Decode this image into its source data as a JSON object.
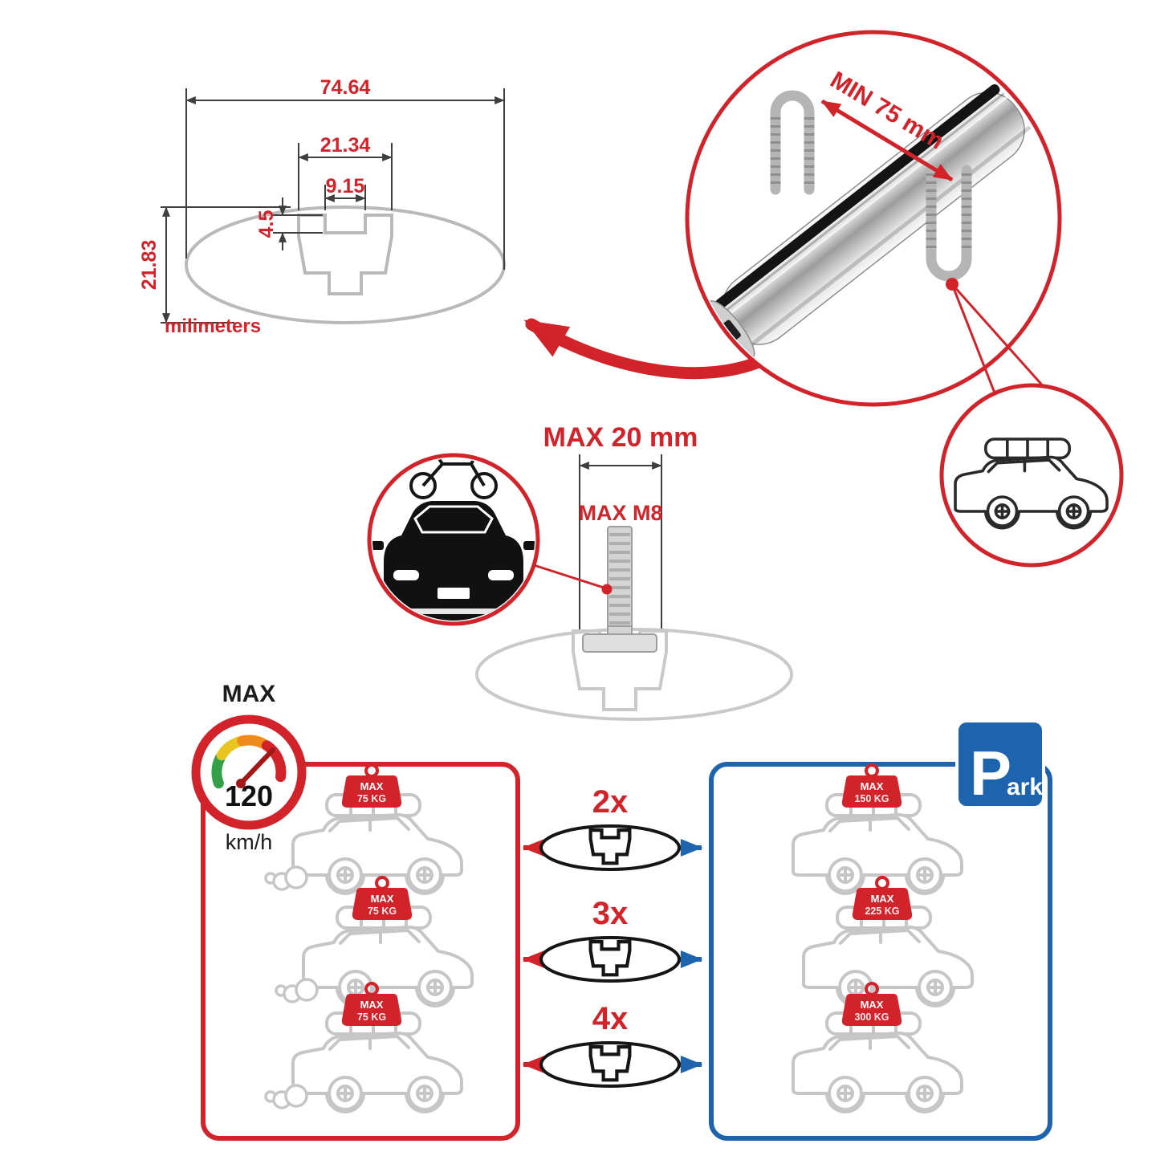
{
  "colors": {
    "accent_red": "#d2232a",
    "accent_blue": "#1d63ae",
    "outline_gray": "#c6c6c6"
  },
  "cross_section_drawing": {
    "total_width": "74.64",
    "channel_width": "21.34",
    "slot_width": "9.15",
    "slot_depth": "4.5",
    "total_height": "21.83",
    "units_label": "milimeters"
  },
  "bar_closeup": {
    "min_span_label": "MIN 75 mm"
  },
  "bolt_spec": {
    "max_length_label": "MAX 20 mm",
    "max_thread_label": "MAX M8"
  },
  "speed_limit_badge": {
    "title": "MAX",
    "value": "120",
    "unit": "km/h"
  },
  "parking_sign": {
    "letter": "P",
    "suffix": "ark"
  },
  "crossbar_quantities": [
    {
      "label": "2x"
    },
    {
      "label": "3x"
    },
    {
      "label": "4x"
    }
  ],
  "driving_load_limits": [
    {
      "prefix": "MAX",
      "weight": "75 KG"
    },
    {
      "prefix": "MAX",
      "weight": "75 KG"
    },
    {
      "prefix": "MAX",
      "weight": "75 KG"
    }
  ],
  "parked_load_limits": [
    {
      "prefix": "MAX",
      "weight": "150 KG"
    },
    {
      "prefix": "MAX",
      "weight": "225 KG"
    },
    {
      "prefix": "MAX",
      "weight": "300 KG"
    }
  ]
}
